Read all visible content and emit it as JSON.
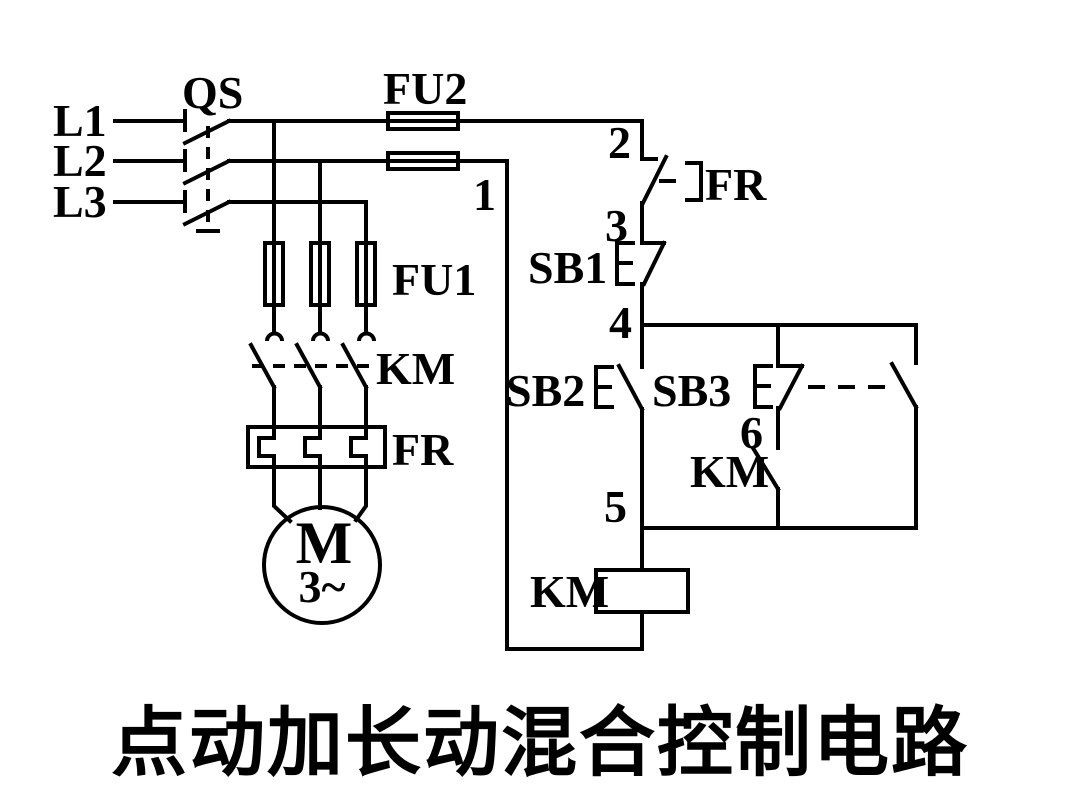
{
  "title": "点动加长动混合控制电路",
  "colors": {
    "line": "#000000",
    "background": "#ffffff",
    "text": "#000000"
  },
  "power_circuit": {
    "phase_labels": [
      "L1",
      "L2",
      "L3"
    ],
    "disconnect_switch": "QS",
    "control_fuse": "FU2",
    "main_fuse": "FU1",
    "contactor_main_contacts": "KM",
    "thermal_relay_element": "FR",
    "motor_letter": "M",
    "motor_phase": "3~"
  },
  "control_circuit": {
    "wire_numbers": [
      "1",
      "2",
      "3",
      "4",
      "5",
      "6"
    ],
    "thermal_relay_contact": "FR",
    "stop_button": "SB1",
    "start_button": "SB2",
    "jog_button": "SB3",
    "contactor_holding_contact": "KM",
    "contactor_coil": "KM"
  }
}
